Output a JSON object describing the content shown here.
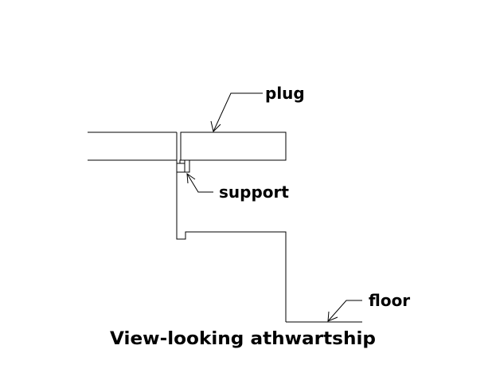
{
  "diagram": {
    "title": "View-looking athwartship",
    "labels": {
      "plug": "plug",
      "support": "support",
      "floor": "floor"
    },
    "colors": {
      "background": "#ffffff",
      "ink": "#000000"
    }
  }
}
